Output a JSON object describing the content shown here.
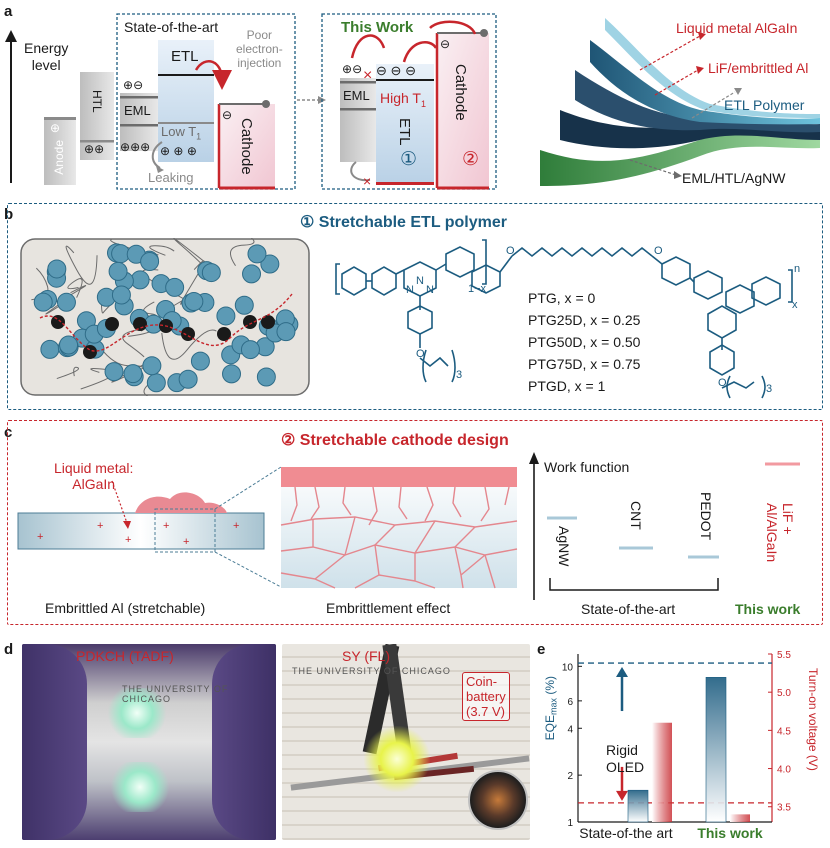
{
  "panel_labels": {
    "a": "a",
    "b": "b",
    "c": "c",
    "d": "d",
    "e": "e"
  },
  "panel_a": {
    "energy_level": "Energy\nlevel",
    "state_of_art": "State-of-the-art",
    "this_work": "This Work",
    "poor_injection": "Poor\nelectron-\ninjection",
    "anode": "Anode",
    "htl": "HTL",
    "eml": "EML",
    "etl": "ETL",
    "cathode": "Cathode",
    "low_t1": "Low T",
    "high_t1": "High T",
    "t1_sub": "1",
    "leaking": "Leaking",
    "circle1": "①",
    "circle2": "②",
    "plus": "⊕",
    "minus": "⊖",
    "layers": [
      {
        "label": "Liquid metal AlGaIn",
        "color": "#c7262c"
      },
      {
        "label": "LiF/embrittled Al",
        "color": "#c7262c"
      },
      {
        "label": "ETL Polymer",
        "color": "#1c5c80"
      },
      {
        "label": "EML/HTL/AgNW",
        "color": "#1a1a1a"
      }
    ]
  },
  "panel_b": {
    "title": "① Stretchable ETL polymer",
    "variants": [
      "PTG, x = 0",
      "PTG25D, x = 0.25",
      "PTG50D, x = 0.50",
      "PTG75D, x = 0.75",
      "PTGD, x = 1"
    ],
    "chem_labels": {
      "one_minus_x": "1−x",
      "x": "x",
      "n": "n",
      "sub3": "3",
      "O": "O",
      "N": "N"
    }
  },
  "panel_c": {
    "title": "② Stretchable cathode design",
    "liquid_metal": "Liquid metal:\nAlGaIn",
    "embrittled_al": "Embrittled Al (stretchable)",
    "embrittlement": "Embrittlement effect",
    "work_function": "Work  function",
    "materials": [
      {
        "label": "AgNW",
        "color": "#1a1a1a"
      },
      {
        "label": "CNT",
        "color": "#1a1a1a"
      },
      {
        "label": "PEDOT",
        "color": "#1a1a1a"
      },
      {
        "label": "LiF +\nAl/AlGaIn",
        "color": "#c7262c"
      }
    ],
    "state_of_art": "State-of-the-art",
    "this_work": "This work",
    "this_work_color": "#3a7d2c"
  },
  "panel_d": {
    "left_label": "PDKCH (TADF)",
    "right_label": "SY (FL)",
    "battery": "Coin-\nbattery\n(3.7 V)",
    "label_color": "#c7262c",
    "paper_text": "THE UNIVERSITY OF CHICAGO"
  },
  "panel_e": {
    "rigid_oled": "Rigid\nOLED",
    "categories": [
      "State-of-the art",
      "This work"
    ],
    "category_colors": [
      "#1a1a1a",
      "#3a7d2c"
    ],
    "ylabel_left": "EQE",
    "ylabel_left_sub": "max",
    "ylabel_left_unit": " (%)",
    "ylabel_right": "Turn-on voltage (V)",
    "left_ticks": [
      "1",
      "2",
      "4",
      "6",
      "10"
    ],
    "right_ticks": [
      "3.5",
      "4.0",
      "4.5",
      "5.0",
      "5.5"
    ]
  },
  "chart_data": {
    "type": "bar",
    "categories": [
      "State-of-the art",
      "This work"
    ],
    "series": [
      {
        "name": "EQE_max (%)",
        "values": [
          1.6,
          8.5
        ],
        "axis": "left",
        "scale": "log"
      },
      {
        "name": "Turn-on voltage (V)",
        "values": [
          4.6,
          3.4
        ],
        "axis": "right"
      }
    ],
    "reference_lines": [
      {
        "series": "EQE_max (%)",
        "value": 10.5,
        "label": "Rigid OLED"
      },
      {
        "series": "Turn-on voltage (V)",
        "value": 3.55,
        "label": "Rigid OLED"
      }
    ],
    "xlabel": "",
    "ylabel_left": "EQEmax (%)",
    "ylabel_right": "Turn-on voltage (V)",
    "ylim_left": [
      1,
      12
    ],
    "ylim_right": [
      3.3,
      5.5
    ],
    "left_colors": [
      "#1c5c80"
    ],
    "right_colors": [
      "#c7262c"
    ]
  }
}
